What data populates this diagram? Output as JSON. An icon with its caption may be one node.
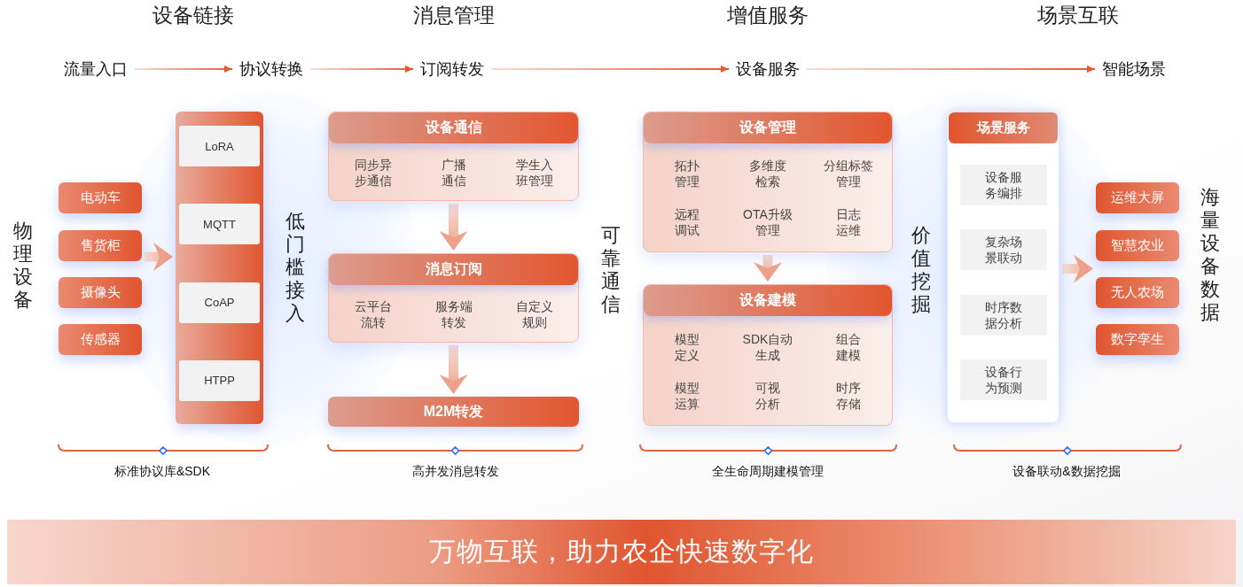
{
  "diagram": {
    "nodes": [
      {
        "text": [
          "流量入口"
        ]
      },
      {
        "text": [
          "协议转换"
        ]
      },
      {
        "text": [
          "订阅转发"
        ]
      },
      {
        "text": [
          "设备服务"
        ]
      },
      {
        "text": [
          "智能场景"
        ]
      },
      {
        "text": [
          "电动车"
        ]
      },
      {
        "text": [
          "售货柜"
        ]
      },
      {
        "text": [
          "摄像头"
        ]
      },
      {
        "text": [
          "传感器"
        ]
      },
      {
        "text": [],
        "shape": "bar"
      },
      {
        "text": [
          "LoRA"
        ],
        "in": 9
      },
      {
        "text": [
          "MQTT"
        ],
        "in": 9
      },
      {
        "text": [
          "CoAP"
        ],
        "in": 9
      },
      {
        "text": [
          "HTPP"
        ],
        "in": 9
      },
      {
        "text": [
          "设备通信",
          "同步异步通信",
          "广播通信",
          "学生入班管理"
        ]
      },
      {
        "text": [
          "消息订阅",
          "云平台流转",
          "服务端转发",
          "自定义规则"
        ]
      },
      {
        "text": [
          "M2M转发"
        ]
      },
      {
        "text": [
          "设备管理",
          "拓扑管理",
          "多维度检索",
          "分组标签管理",
          "远程调试",
          "OTA升级管理",
          "日志运维"
        ]
      },
      {
        "text": [
          "设备建模",
          "模型定义",
          "SDK自动生成",
          "组合建模",
          "模型运算",
          "可视分析",
          "时序存储"
        ]
      },
      {
        "text": [
          "场景服务"
        ]
      },
      {
        "text": [
          "设备服务编排"
        ],
        "in": 19
      },
      {
        "text": [
          "复杂场景联动"
        ],
        "in": 19
      },
      {
        "text": [
          "时序数据分析"
        ],
        "in": 19
      },
      {
        "text": [
          "设备行为预测"
        ],
        "in": 19
      },
      {
        "text": [
          "运维大屏"
        ]
      },
      {
        "text": [
          "智慧农业"
        ]
      },
      {
        "text": [
          "无人农场"
        ]
      },
      {
        "text": [
          "数字孪生"
        ]
      },
      {
        "text": [
          "万物互联，助力农企快速数字化"
        ]
      }
    ],
    "edges": [
      {
        "from": 0,
        "to": 1,
        "arrow": "to"
      },
      {
        "from": 1,
        "to": 2,
        "arrow": "to"
      },
      {
        "from": 2,
        "to": 3,
        "arrow": "to"
      },
      {
        "from": 3,
        "to": 4,
        "arrow": "to"
      },
      {
        "from": 6,
        "to": 9,
        "arrow": "to",
        "style": "thick"
      },
      {
        "from": 14,
        "to": 15,
        "arrow": "to",
        "style": "thick"
      },
      {
        "from": 15,
        "to": 16,
        "arrow": "to",
        "style": "thick"
      },
      {
        "from": 17,
        "to": 18,
        "arrow": "to",
        "style": "thick"
      },
      {
        "from": 19,
        "to": 24,
        "arrow": "to",
        "style": "thick"
      },
      {
        "from": 19,
        "to": 25,
        "arrow": "to",
        "style": "thick"
      },
      {
        "from": 19,
        "to": 26,
        "arrow": "to",
        "style": "thick"
      },
      {
        "from": 19,
        "to": 27,
        "arrow": "to",
        "style": "thick"
      }
    ],
    "labels": [
      "设备链接",
      "消息管理",
      "增值服务",
      "场景互联",
      "物理设备",
      "低门槛接入",
      "可靠通信",
      "价值挖掘",
      "海量设备数据",
      "标准协议库&SDK",
      "高并发消息转发",
      "全生命周期建模管理",
      "设备联动&数据挖掘"
    ]
  }
}
